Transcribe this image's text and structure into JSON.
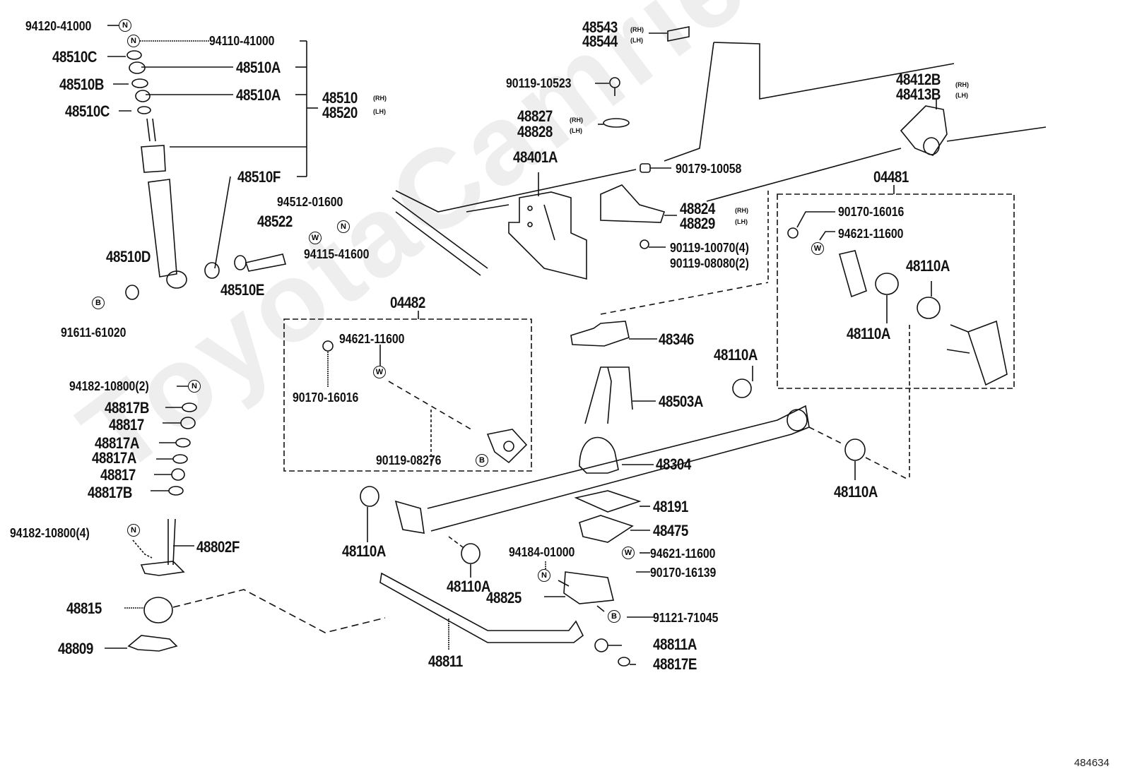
{
  "diagram": {
    "id": "484634",
    "watermark": "ToyotaCamrie.ru",
    "side_labels": {
      "rh": "(RH)",
      "lh": "(LH)"
    },
    "symbols": {
      "nut": "N",
      "washer": "W",
      "bolt": "B"
    },
    "shock_absorber": {
      "top_nut": "94120-41000",
      "nut_2": "94110-41000",
      "cushion_c_top": "48510C",
      "cushion_a_1": "48510A",
      "retainer_b": "48510B",
      "cushion_a_2": "48510A",
      "cushion_c_bottom": "48510C",
      "assy_rh": "48510",
      "assy_lh": "48520",
      "bushing_f": "48510F",
      "bushing_d": "48510D",
      "bolt": "91611-61020",
      "pin": "48522",
      "washer_e": "48510E",
      "washer": "94512-01600",
      "nut": "94115-41600"
    },
    "frame_parts": {
      "bracket_rh": "48543",
      "bracket_lh": "48544",
      "bolt_1": "90119-10523",
      "bracket_2_rh": "48827",
      "bracket_2_lh": "48828",
      "hanger": "48401A",
      "nut": "90179-10058",
      "shackle_bracket_rh": "48412B",
      "shackle_bracket_lh": "48413B",
      "bracket_3_rh": "48824",
      "bracket_3_lh": "48829",
      "bolt_2": "90119-10070(4)",
      "bolt_3": "90119-08080(2)"
    },
    "kit_04481": {
      "title": "04481",
      "nut": "90170-16016",
      "washer": "94621-11600",
      "bushing_1": "48110A",
      "bushing_2": "48110A"
    },
    "kit_04482": {
      "title": "04482",
      "washer": "94621-11600",
      "nut": "90170-16016",
      "bolt": "90119-08276"
    },
    "spring": {
      "clamp_bracket": "48346",
      "u_bolt": "48503A",
      "bushing_upper": "48110A",
      "bumper": "48304",
      "bushing_right": "48110A",
      "seat": "48191",
      "plate": "48475",
      "bushing_left": "48110A",
      "bushing_bottom": "48110A"
    },
    "stabilizer": {
      "nut_2": "94182-10800(2)",
      "cushion_b_1": "48817B",
      "cushion_1": "48817",
      "cushion_a_1": "48817A",
      "cushion_a_2": "48817A",
      "cushion_2": "48817",
      "cushion_b_2": "48817B",
      "nut_4": "94182-10800(4)",
      "link": "48802F",
      "bushing": "48815",
      "bracket": "48809",
      "bar": "48811",
      "nut_bracket": "94184-01000",
      "bracket_2": "48825",
      "washer": "94621-11600",
      "nut": "90170-16139",
      "bolt": "91121-71045",
      "bushing_a": "48811A",
      "cushion_e": "48817E"
    }
  }
}
